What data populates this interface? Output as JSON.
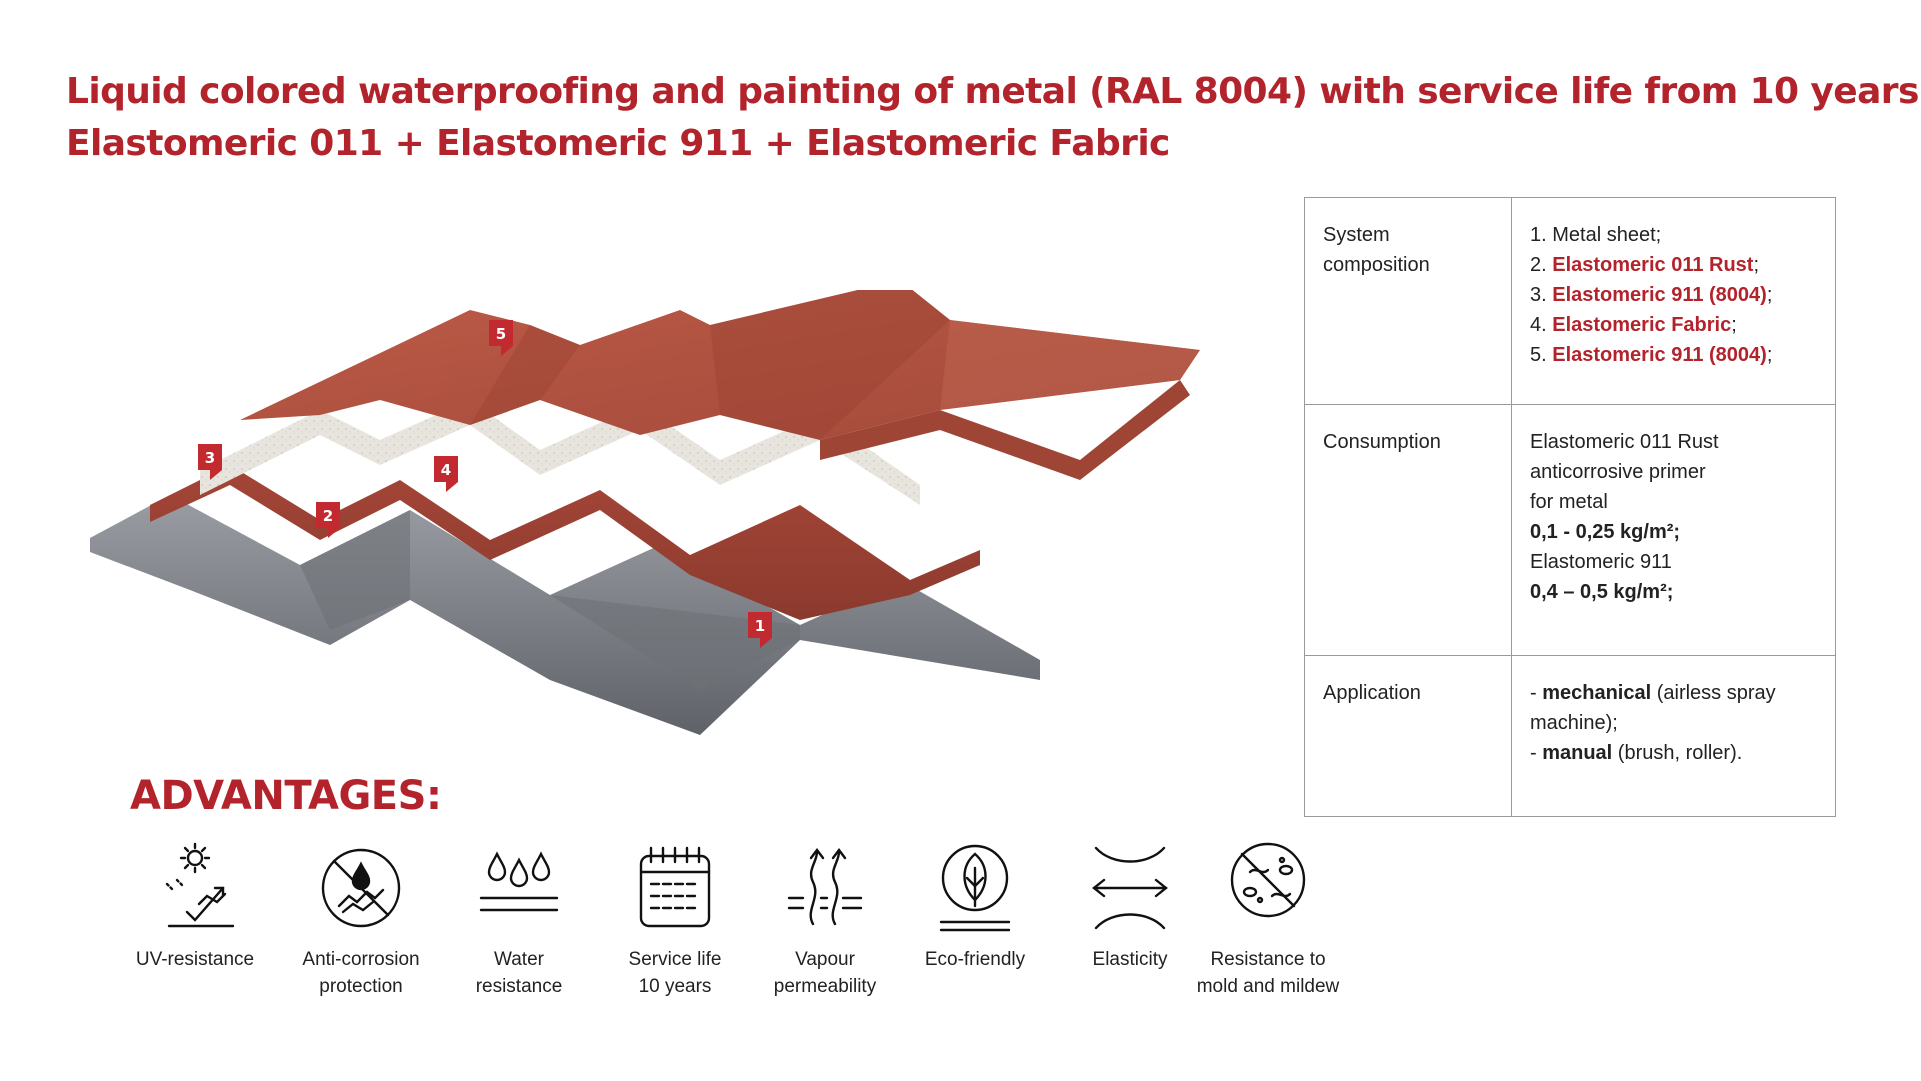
{
  "title": {
    "line1": "Liquid colored waterproofing and painting of metal (RAL 8004) with service life from 10 years",
    "line2": "Elastomeric 011 + Elastomeric 911 + Elastomeric Fabric"
  },
  "colors": {
    "accent": "#b3232c",
    "coating": "#b2513f",
    "fabric": "#e6e3dc",
    "metal": "#7d8086"
  },
  "illustration": {
    "markers": [
      "1",
      "2",
      "3",
      "4",
      "5"
    ]
  },
  "spec_table": {
    "composition": {
      "label": "System composition",
      "items": [
        {
          "num": "1.",
          "text": "Metal sheet",
          "suffix": ";",
          "highlight": false
        },
        {
          "num": "2.",
          "text": "Elastomeric 011 Rust",
          "suffix": ";",
          "highlight": true
        },
        {
          "num": "3.",
          "text": "Elastomeric 911 (8004)",
          "suffix": ";",
          "highlight": true
        },
        {
          "num": "4.",
          "text": "Elastomeric Fabric",
          "suffix": ";",
          "highlight": true
        },
        {
          "num": "5.",
          "text": "Elastomeric 911 (8004)",
          "suffix": ";",
          "highlight": true
        }
      ]
    },
    "consumption": {
      "label": "Consumption",
      "line1": "Elastomeric 011 Rust",
      "line2": "anticorrosive primer",
      "line3": "for metal",
      "value1": "0,1 - 0,25 kg/m²;",
      "line4": "Elastomeric 911",
      "value2": "0,4 – 0,5 kg/m²;"
    },
    "application": {
      "label": "Application",
      "dash1": "- ",
      "bold1": "mechanical",
      "rest1": " (airless spray machine);",
      "dash2": "- ",
      "bold2": "manual",
      "rest2": " (brush, roller)."
    }
  },
  "advantages": {
    "title": "ADVANTAGES:",
    "items": [
      {
        "icon": "uv-sun-icon",
        "line1": "UV-resistance",
        "line2": ""
      },
      {
        "icon": "anti-corrosion-icon",
        "line1": "Anti-corrosion",
        "line2": "protection"
      },
      {
        "icon": "water-drops-icon",
        "line1": "Water",
        "line2": "resistance"
      },
      {
        "icon": "calendar-icon",
        "line1": "Service life",
        "line2": "10 years"
      },
      {
        "icon": "vapour-arrows-icon",
        "line1": "Vapour",
        "line2": "permeability"
      },
      {
        "icon": "leaf-icon",
        "line1": "Eco-friendly",
        "line2": ""
      },
      {
        "icon": "elasticity-arrows-icon",
        "line1": "Elasticity",
        "line2": ""
      },
      {
        "icon": "mold-resistance-icon",
        "line1": "Resistance to",
        "line2": "mold and mildew"
      }
    ]
  }
}
